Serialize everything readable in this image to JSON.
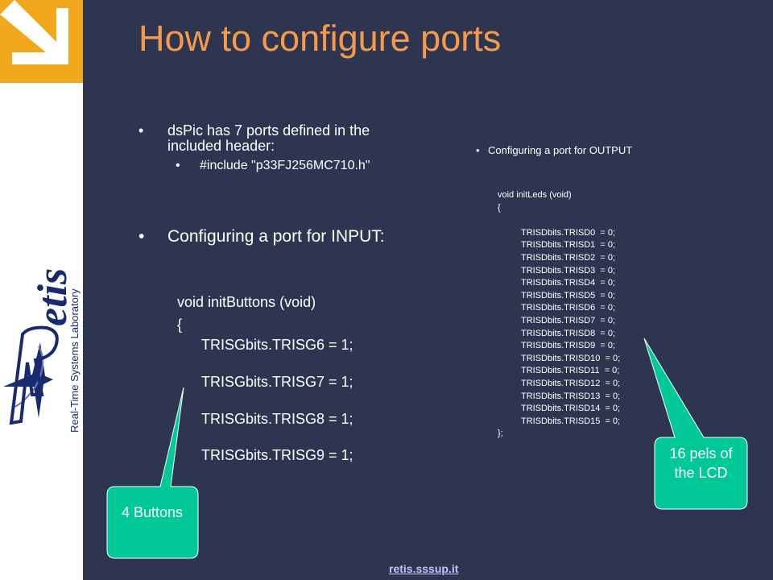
{
  "slide": {
    "title": "How to configure ports",
    "bullets": {
      "ports_intro": "dsPic has 7 ports defined in the included header:",
      "include_line": "#include \"p33FJ256MC710.h\"",
      "input_heading": "Configuring a port for INPUT:",
      "output_heading": "Configuring a port for OUTPUT",
      "bullet_glyph": "•"
    },
    "input_code": {
      "signature": "void initButtons (void)",
      "open_brace": "{",
      "lines": [
        "TRISGbits.TRISG6 = 1;",
        "TRISGbits.TRISG7 = 1;",
        "TRISGbits.TRISG8 = 1;",
        "TRISGbits.TRISG9 = 1;"
      ]
    },
    "output_code": {
      "signature": "void initLeds (void)",
      "open_brace": "{",
      "lines": [
        "TRISDbits.TRISD0  = 0;",
        "TRISDbits.TRISD1  = 0;",
        "TRISDbits.TRISD2  = 0;",
        "TRISDbits.TRISD3  = 0;",
        "TRISDbits.TRISD4  = 0;",
        "TRISDbits.TRISD5  = 0;",
        "TRISDbits.TRISD6  = 0;",
        "TRISDbits.TRISD7  = 0;",
        "TRISDbits.TRISD8  = 0;",
        "TRISDbits.TRISD9  = 0;",
        "TRISDbits.TRISD10  = 0;",
        "TRISDbits.TRISD11  = 0;",
        "TRISDbits.TRISD12  = 0;",
        "TRISDbits.TRISD13  = 0;",
        "TRISDbits.TRISD14  = 0;",
        "TRISDbits.TRISD15  = 0;"
      ],
      "close_brace": "};"
    },
    "callouts": {
      "buttons": "4 Buttons",
      "lcd": "16 pels of the LCD"
    },
    "footer_link": "retis.sssup.it"
  },
  "logo": {
    "wordmark": "etis",
    "initial": "R",
    "subtitle": "Real-Time Systems Laboratory"
  },
  "colors": {
    "background": "#2e3550",
    "title": "#f59a4a",
    "corner_accent": "#f2a81d",
    "callout_fill": "#00c896",
    "footer_link": "#c7c0ff",
    "logo_navy": "#1a2a6e"
  }
}
